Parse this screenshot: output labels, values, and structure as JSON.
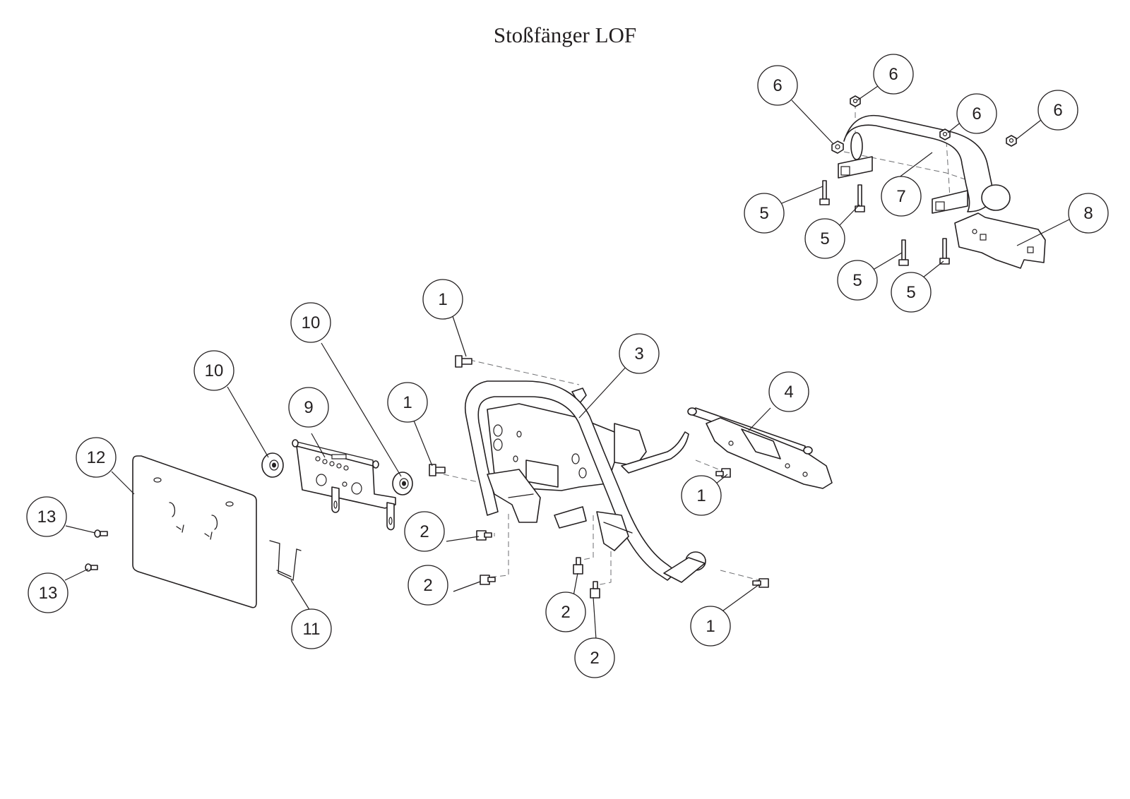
{
  "title": "Stoßfänger LOF",
  "callouts": [
    {
      "label": "6"
    },
    {
      "label": "6"
    },
    {
      "label": "6"
    },
    {
      "label": "6"
    },
    {
      "label": "7"
    },
    {
      "label": "8"
    },
    {
      "label": "5"
    },
    {
      "label": "5"
    },
    {
      "label": "5"
    },
    {
      "label": "5"
    },
    {
      "label": "1"
    },
    {
      "label": "1"
    },
    {
      "label": "1"
    },
    {
      "label": "1"
    },
    {
      "label": "3"
    },
    {
      "label": "4"
    },
    {
      "label": "10"
    },
    {
      "label": "10"
    },
    {
      "label": "9"
    },
    {
      "label": "12"
    },
    {
      "label": "13"
    },
    {
      "label": "13"
    },
    {
      "label": "11"
    },
    {
      "label": "2"
    },
    {
      "label": "2"
    },
    {
      "label": "2"
    },
    {
      "label": "2"
    }
  ]
}
